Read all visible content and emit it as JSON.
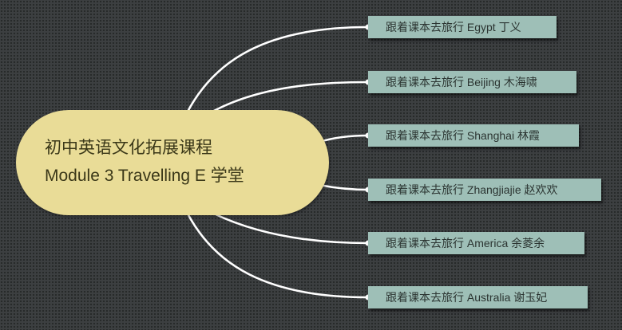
{
  "central": {
    "line1": "初中英语文化拓展课程",
    "line2": "Module 3 Travelling E 学堂"
  },
  "branches": [
    {
      "label": "跟着课本去旅行 Egypt 丁义"
    },
    {
      "label": "跟着课本去旅行 Beijing 木海啸"
    },
    {
      "label": "跟着课本去旅行 Shanghai 林霞"
    },
    {
      "label": "跟着课本去旅行 Zhangjiajie 赵欢欢"
    },
    {
      "label": "跟着课本去旅行 America 余菱余"
    },
    {
      "label": "跟着课本去旅行 Australia 谢玉妃"
    }
  ],
  "colors": {
    "background": "#3c3f41",
    "central_fill": "#e9dc97",
    "branch_fill": "#9ebfb7",
    "connector": "#ffffff"
  }
}
